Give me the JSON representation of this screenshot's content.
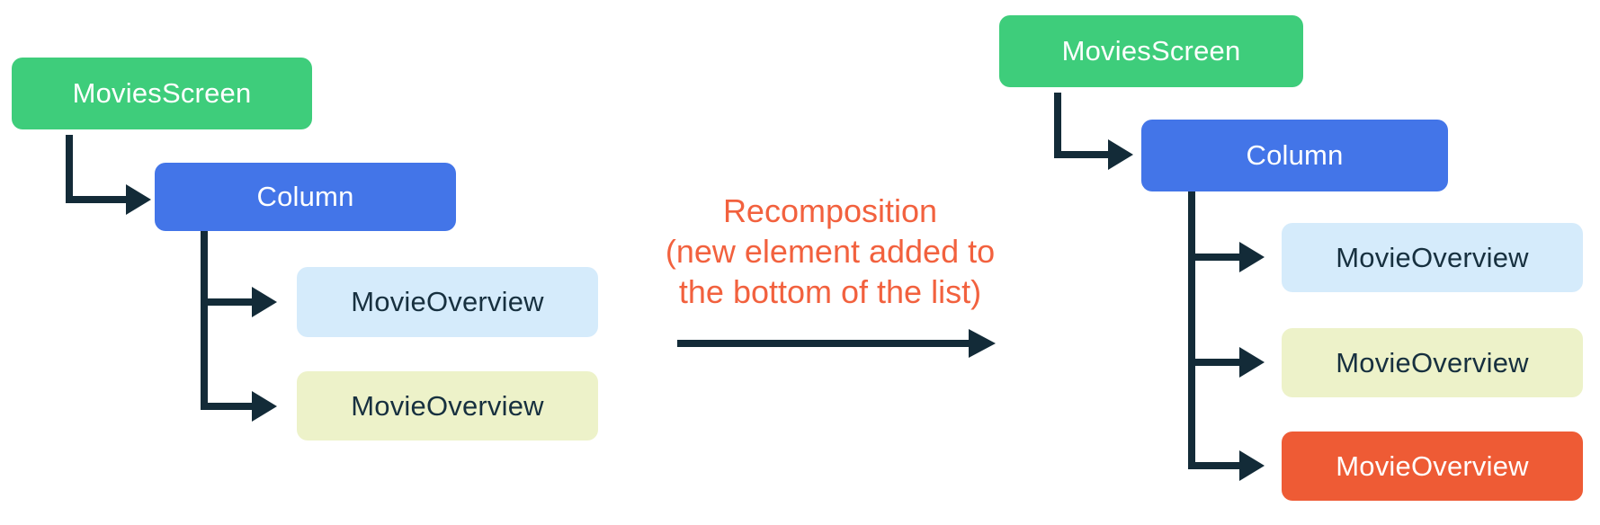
{
  "left_tree": {
    "root": {
      "label": "MoviesScreen"
    },
    "column": {
      "label": "Column"
    },
    "children": [
      {
        "label": "MovieOverview",
        "variant": "blue"
      },
      {
        "label": "MovieOverview",
        "variant": "yellow"
      }
    ]
  },
  "annotation": {
    "lines": [
      "Recomposition",
      "(new element added to",
      "the bottom of the list)"
    ]
  },
  "right_tree": {
    "root": {
      "label": "MoviesScreen"
    },
    "column": {
      "label": "Column"
    },
    "children": [
      {
        "label": "MovieOverview",
        "variant": "blue"
      },
      {
        "label": "MovieOverview",
        "variant": "yellow"
      },
      {
        "label": "MovieOverview",
        "variant": "orange-new"
      }
    ]
  },
  "colors": {
    "root_green": "#3ECD7B",
    "column_blue": "#4375E8",
    "child_light_blue": "#D5EBFB",
    "child_pale_yellow": "#EDF2C9",
    "child_orange_new": "#EE5B35",
    "connector_navy": "#132B38",
    "annotation_orange": "#F2613E",
    "label_light": "#FFFFFF",
    "label_dark": "#17303F"
  }
}
